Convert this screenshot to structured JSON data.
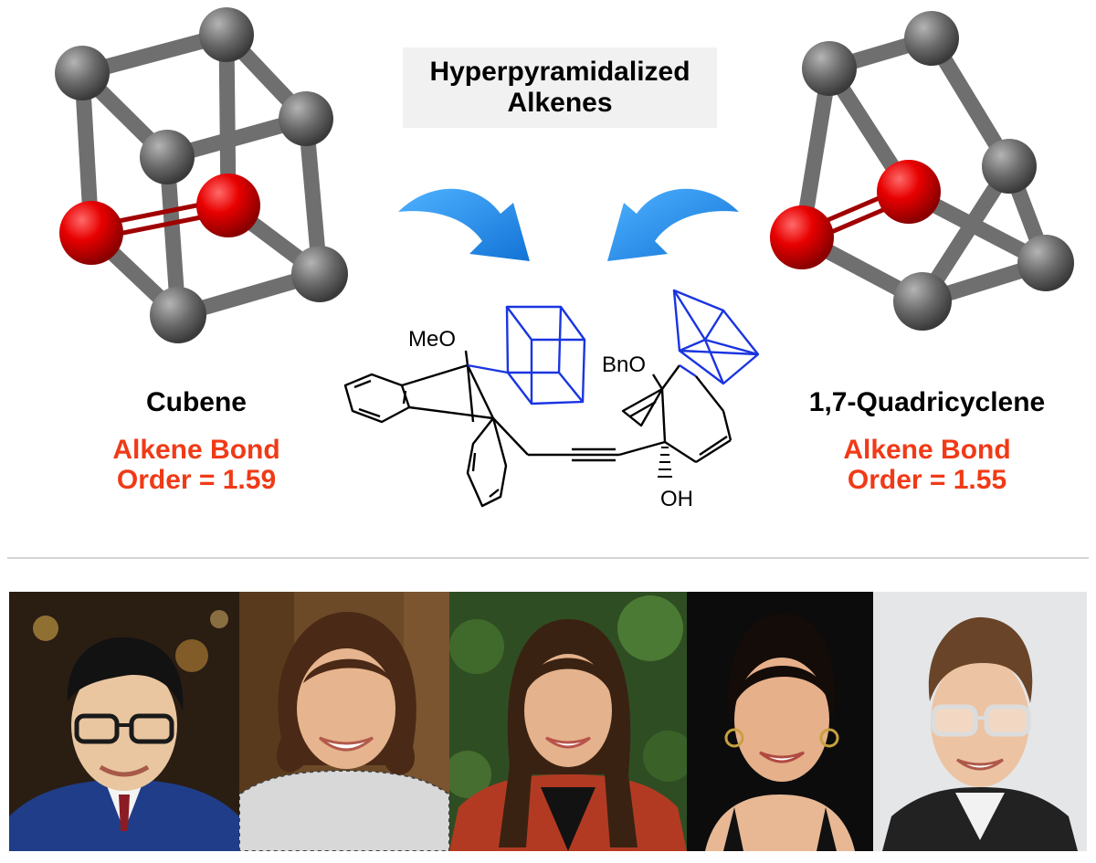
{
  "title": {
    "line1": "Hyperpyramidalized",
    "line2": "Alkenes"
  },
  "molecules": [
    {
      "name": "Cubene",
      "bond_order_line1": "Alkene Bond",
      "bond_order_line2": "Order = 1.59"
    },
    {
      "name": "1,7-Quadricyclene",
      "bond_order_line1": "Alkene Bond",
      "bond_order_line2": "Order = 1.55"
    }
  ],
  "structure_labels": {
    "meo": "MeO",
    "bno": "BnO",
    "oh": "OH"
  },
  "colors": {
    "bond_order_text": "#f03a17",
    "arrow": "#1e8ee8",
    "strained_cage": "#1a35e0",
    "carbon_atom": "#5e5e5e",
    "alkene_atom": "#e00000"
  },
  "photos": [
    {
      "name": "person-1"
    },
    {
      "name": "person-2"
    },
    {
      "name": "person-3"
    },
    {
      "name": "person-4"
    },
    {
      "name": "person-5"
    }
  ]
}
